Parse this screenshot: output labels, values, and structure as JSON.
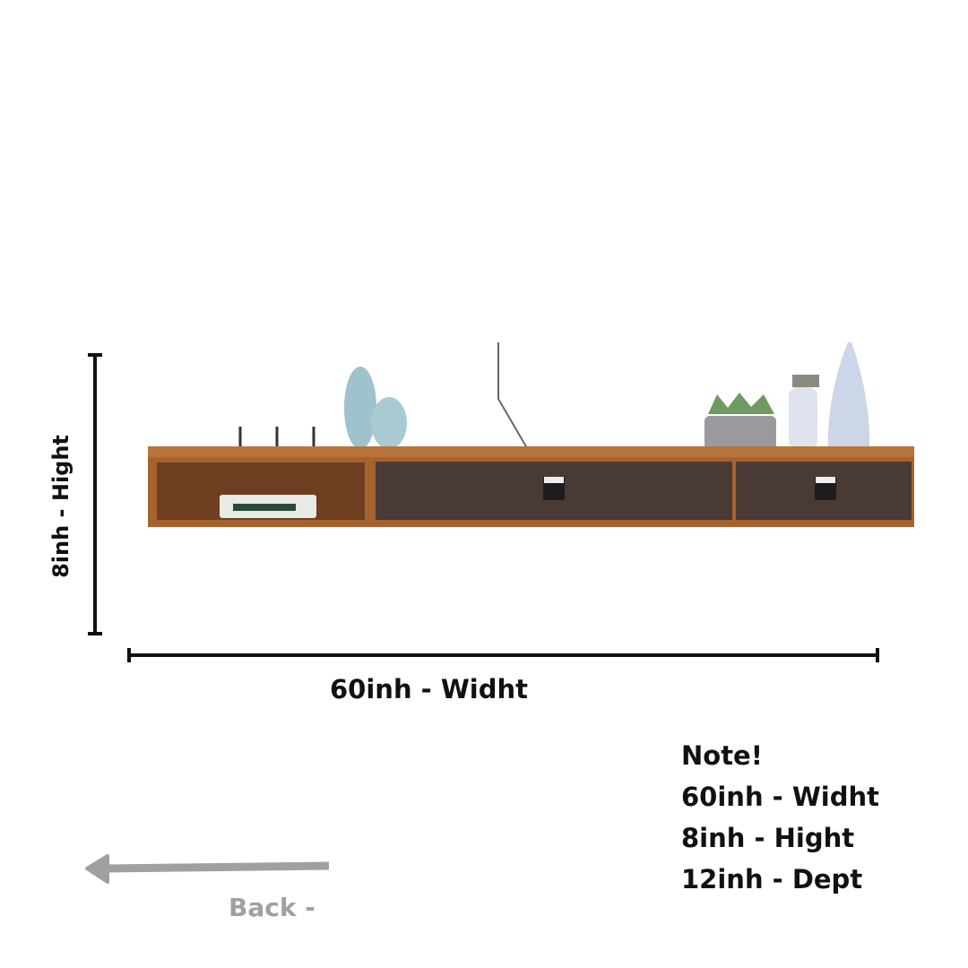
{
  "dimensions": {
    "height_label": "8inh - Hight",
    "width_label": "60inh - Widht"
  },
  "note": {
    "title": "Note!",
    "lines": [
      "60inh - Widht",
      "8inh - Hight",
      "12inh - Dept"
    ]
  },
  "navigation": {
    "back_label": "Back -"
  },
  "colors": {
    "wood": "#a5632f",
    "drawer": "#4a3a36",
    "back_arrow": "#a0a0a0"
  }
}
